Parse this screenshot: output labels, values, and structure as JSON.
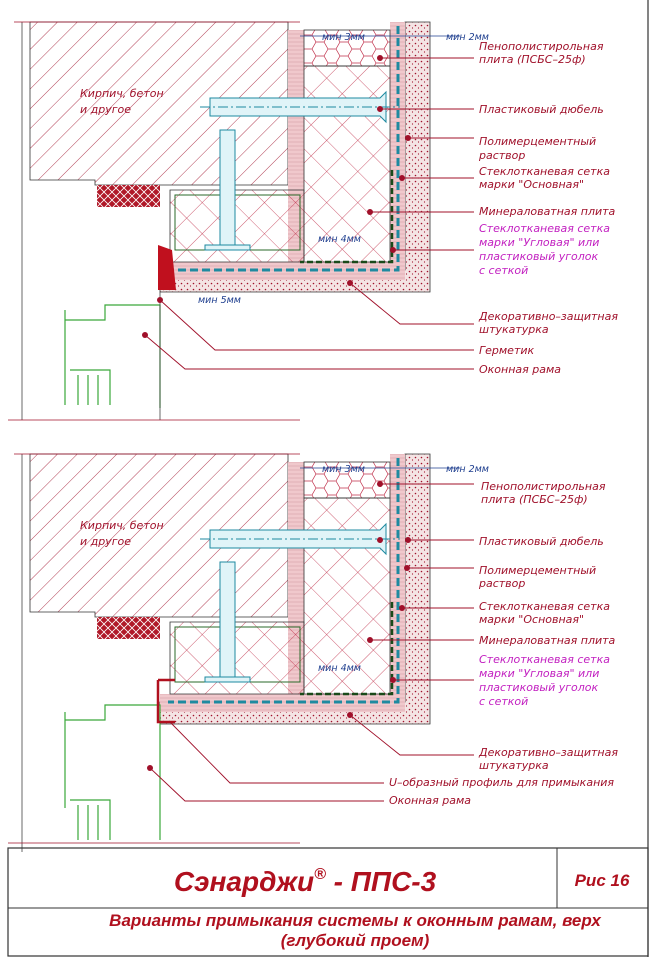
{
  "detail_top": {
    "wall_label": [
      "Кирпич, бетон",
      "и другое"
    ],
    "dims": {
      "min3": "мин 3мм",
      "min2": "мин 2мм",
      "min4": "мин 4мм",
      "min5": "мин 5мм"
    },
    "labels": {
      "eps": [
        "Пенополистирольная",
        "плита (ПСБС–25ф)"
      ],
      "dowel": "Пластиковый дюбель",
      "mortar": [
        "Полимерцементный",
        "раствор"
      ],
      "mesh_main": [
        "Стеклотканевая сетка",
        "марки \"Основная\""
      ],
      "mineral": "Минераловатная плита",
      "mesh_corner": [
        "Стеклотканевая сетка",
        "марки \"Угловая\" или",
        "пластиковый уголок",
        "с сеткой"
      ],
      "plaster": [
        "Декоративно–защитная",
        "штукатурка"
      ],
      "sealant": "Герметик",
      "frame": "Оконная рама"
    }
  },
  "detail_bottom": {
    "wall_label": [
      "Кирпич, бетон",
      "и другое"
    ],
    "dims": {
      "min3": "мин 3мм",
      "min2": "мин 2мм",
      "min4": "мин 4мм"
    },
    "labels": {
      "eps": [
        "Пенополистирольная",
        "плита (ПСБС–25ф)"
      ],
      "dowel": "Пластиковый дюбель",
      "mortar": [
        "Полимерцементный",
        "раствор"
      ],
      "mesh_main": [
        "Стеклотканевая сетка",
        "марки \"Основная\""
      ],
      "mineral": "Минераловатная плита",
      "mesh_corner": [
        "Стеклотканевая сетка",
        "марки \"Угловая\" или",
        "пластиковый уголок",
        "с сеткой"
      ],
      "plaster": [
        "Декоративно–защитная",
        "штукатурка"
      ],
      "u_profile": "U–образный профиль для примыкания",
      "frame": "Оконная рама"
    }
  },
  "title_block": {
    "brand": "Сэнарджи",
    "registered": "®",
    "code": " - ППС-3",
    "figure": "Рис 16",
    "caption": [
      "Варианты примыкания системы к оконным рамам, верх",
      "(глубокий проем)"
    ]
  },
  "colors": {
    "line": "#a0102a",
    "mesh": "#1e8aa0",
    "frame": "#3aa83a",
    "magenta": "#c21fc0",
    "dim": "#1f3f8f"
  }
}
